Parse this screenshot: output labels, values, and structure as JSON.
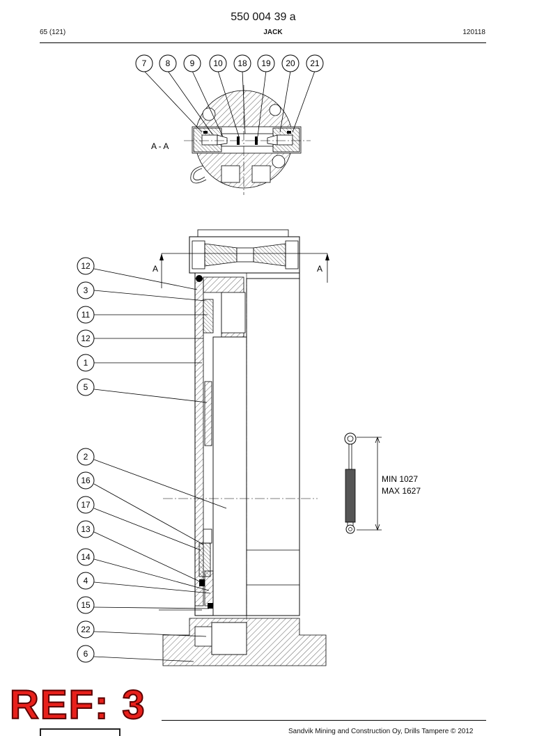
{
  "header": {
    "doc_number": "550 004 39 a",
    "page": "65 (121)",
    "title": "JACK",
    "date": "120118"
  },
  "section": {
    "label": "A - A",
    "cut_mark_left": "A",
    "cut_mark_right": "A"
  },
  "dimensions": {
    "min": "MIN 1027",
    "max": "MAX 1627"
  },
  "top_callouts": [
    "7",
    "8",
    "9",
    "10",
    "18",
    "19",
    "20",
    "21"
  ],
  "side_callouts": [
    "12",
    "3",
    "11",
    "12",
    "1",
    "5",
    "2",
    "16",
    "17",
    "13",
    "14",
    "4",
    "15",
    "22",
    "6"
  ],
  "stamp": "REF: 3",
  "footer": "Sandvik Mining and Construction Oy, Drills Tampere © 2012"
}
